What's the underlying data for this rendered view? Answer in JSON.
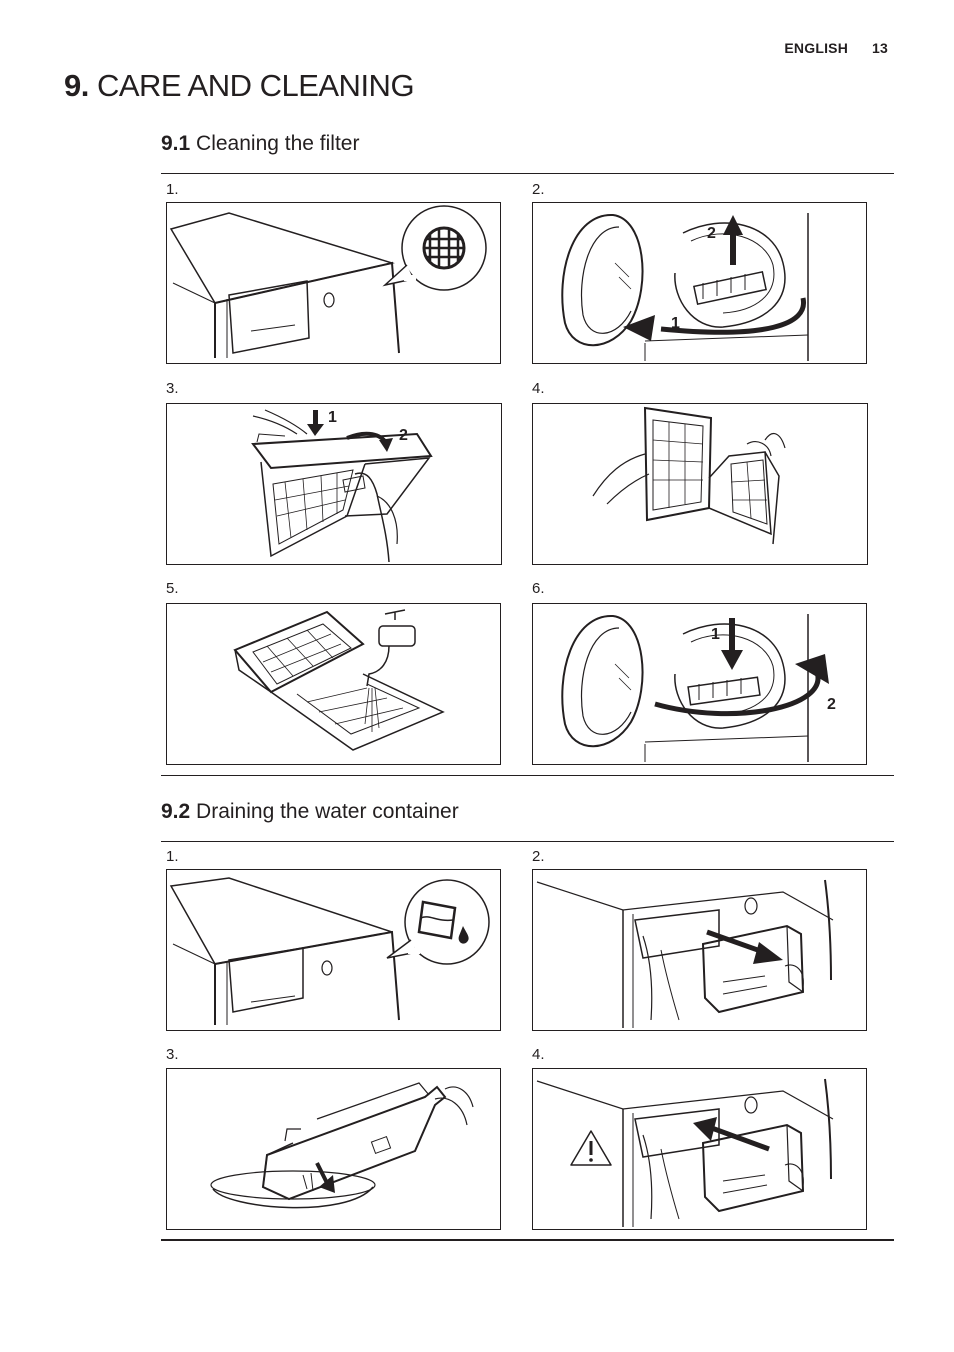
{
  "header": {
    "language": "ENGLISH",
    "page_number": "13"
  },
  "chapter": {
    "number": "9.",
    "title": "CARE AND CLEANING"
  },
  "sections": [
    {
      "number": "9.1",
      "title": "Cleaning the filter",
      "steps": [
        "1.",
        "2.",
        "3.",
        "4.",
        "5.",
        "6."
      ],
      "callouts": {
        "s2_a": "2",
        "s2_b": "1",
        "s3_a": "1",
        "s3_b": "2",
        "s6_a": "1",
        "s6_b": "2"
      }
    },
    {
      "number": "9.2",
      "title": "Draining the water container",
      "steps": [
        "1.",
        "2.",
        "3.",
        "4."
      ]
    }
  ],
  "icons": [
    "filter-grid-icon",
    "water-container-icon",
    "warning-icon"
  ]
}
